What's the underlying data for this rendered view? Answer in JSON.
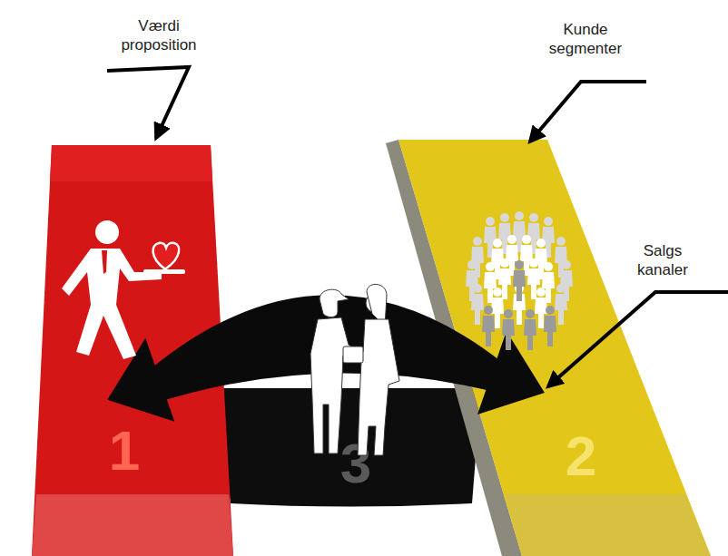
{
  "diagram": {
    "nodes": [
      {
        "text": [
          "1"
        ]
      },
      {
        "text": [
          "2"
        ]
      },
      {
        "text": [
          "3"
        ]
      }
    ],
    "edges": [
      {
        "from": 0,
        "to": 1,
        "arrow": "both"
      }
    ],
    "labels": [
      "Værdi proposition",
      "Kunde segmenter",
      "Salgs kanaler"
    ]
  }
}
